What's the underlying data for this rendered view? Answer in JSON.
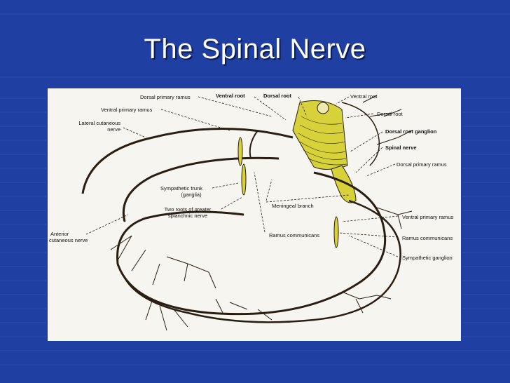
{
  "slide": {
    "title": "The Spinal Nerve"
  },
  "colors": {
    "background": "#1f3fa3",
    "title": "#ffffff",
    "figure_bg": "#f6f5ef",
    "nerve": "#2a1e12",
    "highlight": "#d8d23a"
  },
  "figure": {
    "labels": {
      "dorsal_primary_ramus_top": "Dorsal primary ramus",
      "ventral_root_top": "Ventral root",
      "dorsal_root_top": "Dorsal root",
      "ventral_root_right": "Ventral root",
      "ventral_primary_ramus_left": "Ventral primary ramus",
      "dorsal_root_right": "Dorsal root",
      "lateral_cutaneous_1": "Lateral cutaneous",
      "lateral_cutaneous_2": "nerve",
      "dorsal_root_ganglion": "Dorsal root ganglion",
      "spinal_nerve": "Spinal nerve",
      "dorsal_primary_ramus_right": "Dorsal primary ramus",
      "sympathetic_trunk_1": "Sympathetic trunk",
      "sympathetic_trunk_2": "(ganglia)",
      "two_roots_1": "Two roots of greater",
      "two_roots_2": "splanchnic nerve",
      "meningeal_branch": "Meningeal branch",
      "ventral_primary_ramus_right": "Ventral primary ramus",
      "anterior_cutaneous_1": "Anterior",
      "anterior_cutaneous_2": "cutaneous nerve",
      "ramus_communicans_center": "Ramus communicans",
      "ramus_communicans_right": "Ramus communicans",
      "sympathetic_ganglion": "Sympathetic ganglion"
    }
  }
}
